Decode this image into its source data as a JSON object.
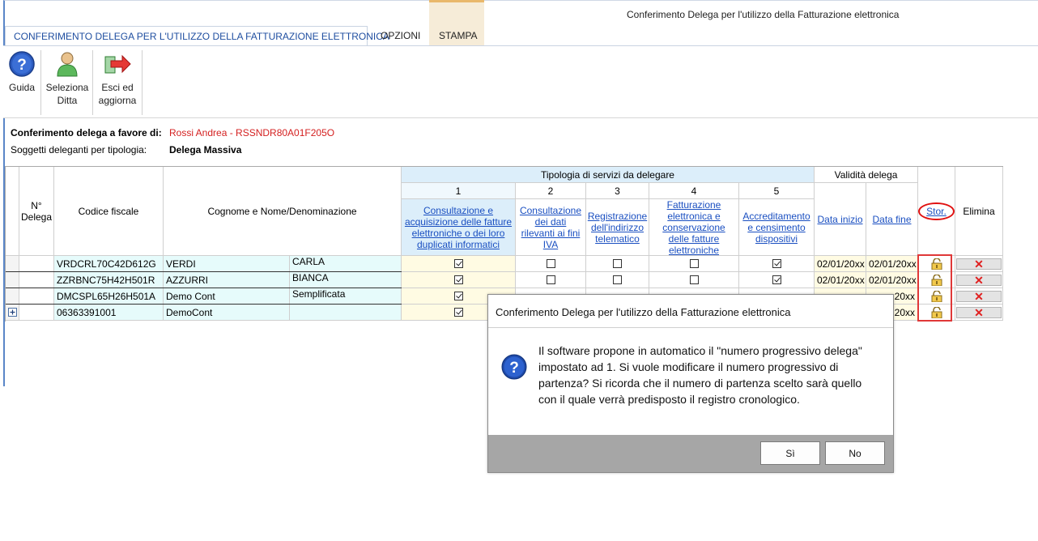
{
  "window": {
    "title": "Conferimento Delega per l'utilizzo della Fatturazione elettronica"
  },
  "tabs": [
    {
      "label": "CONFERIMENTO DELEGA PER L'UTILIZZO DELLA FATTURAZIONE ELETTRONICA",
      "active": true
    },
    {
      "label": "OPZIONI",
      "active": false
    },
    {
      "label": "STAMPA",
      "active": false
    }
  ],
  "ribbon": {
    "guida": "Guida",
    "seleziona_1": "Seleziona",
    "seleziona_2": "Ditta",
    "esci_1": "Esci ed",
    "esci_2": "aggiorna"
  },
  "info": {
    "delega_label": "Conferimento delega a favore di:",
    "delega_value": "Rossi Andrea - RSSNDR80A01F205O",
    "soggetti_label": "Soggetti deleganti per tipologia:",
    "soggetti_value": "Delega Massiva"
  },
  "grid": {
    "headers": {
      "n_delega_1": "N°",
      "n_delega_2": "Delega",
      "codice_fiscale": "Codice fiscale",
      "nome": "Cognome e Nome/Denominazione",
      "tipologia": "Tipologia di servizi da delegare",
      "validita": "Validità delega",
      "data_inizio": "Data inizio",
      "data_fine": "Data fine",
      "stor": "Stor.",
      "elimina": "Elimina"
    },
    "services": [
      {
        "num": "1",
        "label": "Consultazione e acquisizione delle fatture elettroniche o dei loro duplicati informatici"
      },
      {
        "num": "2",
        "label": "Consultazione dei dati rilevanti ai fini IVA"
      },
      {
        "num": "3",
        "label": "Registrazione dell'indirizzo telematico"
      },
      {
        "num": "4",
        "label": "Fatturazione elettronica e conservazione delle fatture elettroniche"
      },
      {
        "num": "5",
        "label": "Accreditamento e censimento dispositivi"
      }
    ],
    "rows": [
      {
        "cf": "VRDCRL70C42D612G",
        "cognome": "VERDI",
        "nome": "CARLA",
        "s1": true,
        "s2": false,
        "s3": false,
        "s4": false,
        "s5": true,
        "inizio": "02/01/20xx",
        "fine": "02/01/20xx"
      },
      {
        "cf": "ZZRBNC75H42H501R",
        "cognome": "AZZURRI",
        "nome": "BIANCA",
        "s1": true,
        "s2": false,
        "s3": false,
        "s4": false,
        "s5": true,
        "inizio": "02/01/20xx",
        "fine": "02/01/20xx"
      },
      {
        "cf": "DMCSPL65H26H501A",
        "cognome": "Demo Cont",
        "nome": "Semplificata",
        "s1": true,
        "inizio": "",
        "fine": "20xx"
      },
      {
        "cf": "06363391001",
        "cognome": "DemoCont",
        "nome": "",
        "s1": true,
        "inizio": "",
        "fine": "20xx"
      }
    ],
    "delete_glyph": "✕"
  },
  "dialog": {
    "title": "Conferimento Delega per l'utilizzo della Fatturazione elettronica",
    "message": "Il software propone in automatico il \"numero progressivo delega\" impostato ad 1. Si vuole modificare il numero progressivo di partenza? Si ricorda che il numero di partenza scelto sarà quello con il quale verrà predisposto il registro cronologico.",
    "yes": "Sì",
    "no": "No"
  },
  "colors": {
    "accent": "#1f4ea0",
    "link": "#1a4fc1",
    "red": "#e02020",
    "header_blue": "#dceefa",
    "row_cyan": "#e6fbfb",
    "row_yellow": "#fffbe3"
  }
}
